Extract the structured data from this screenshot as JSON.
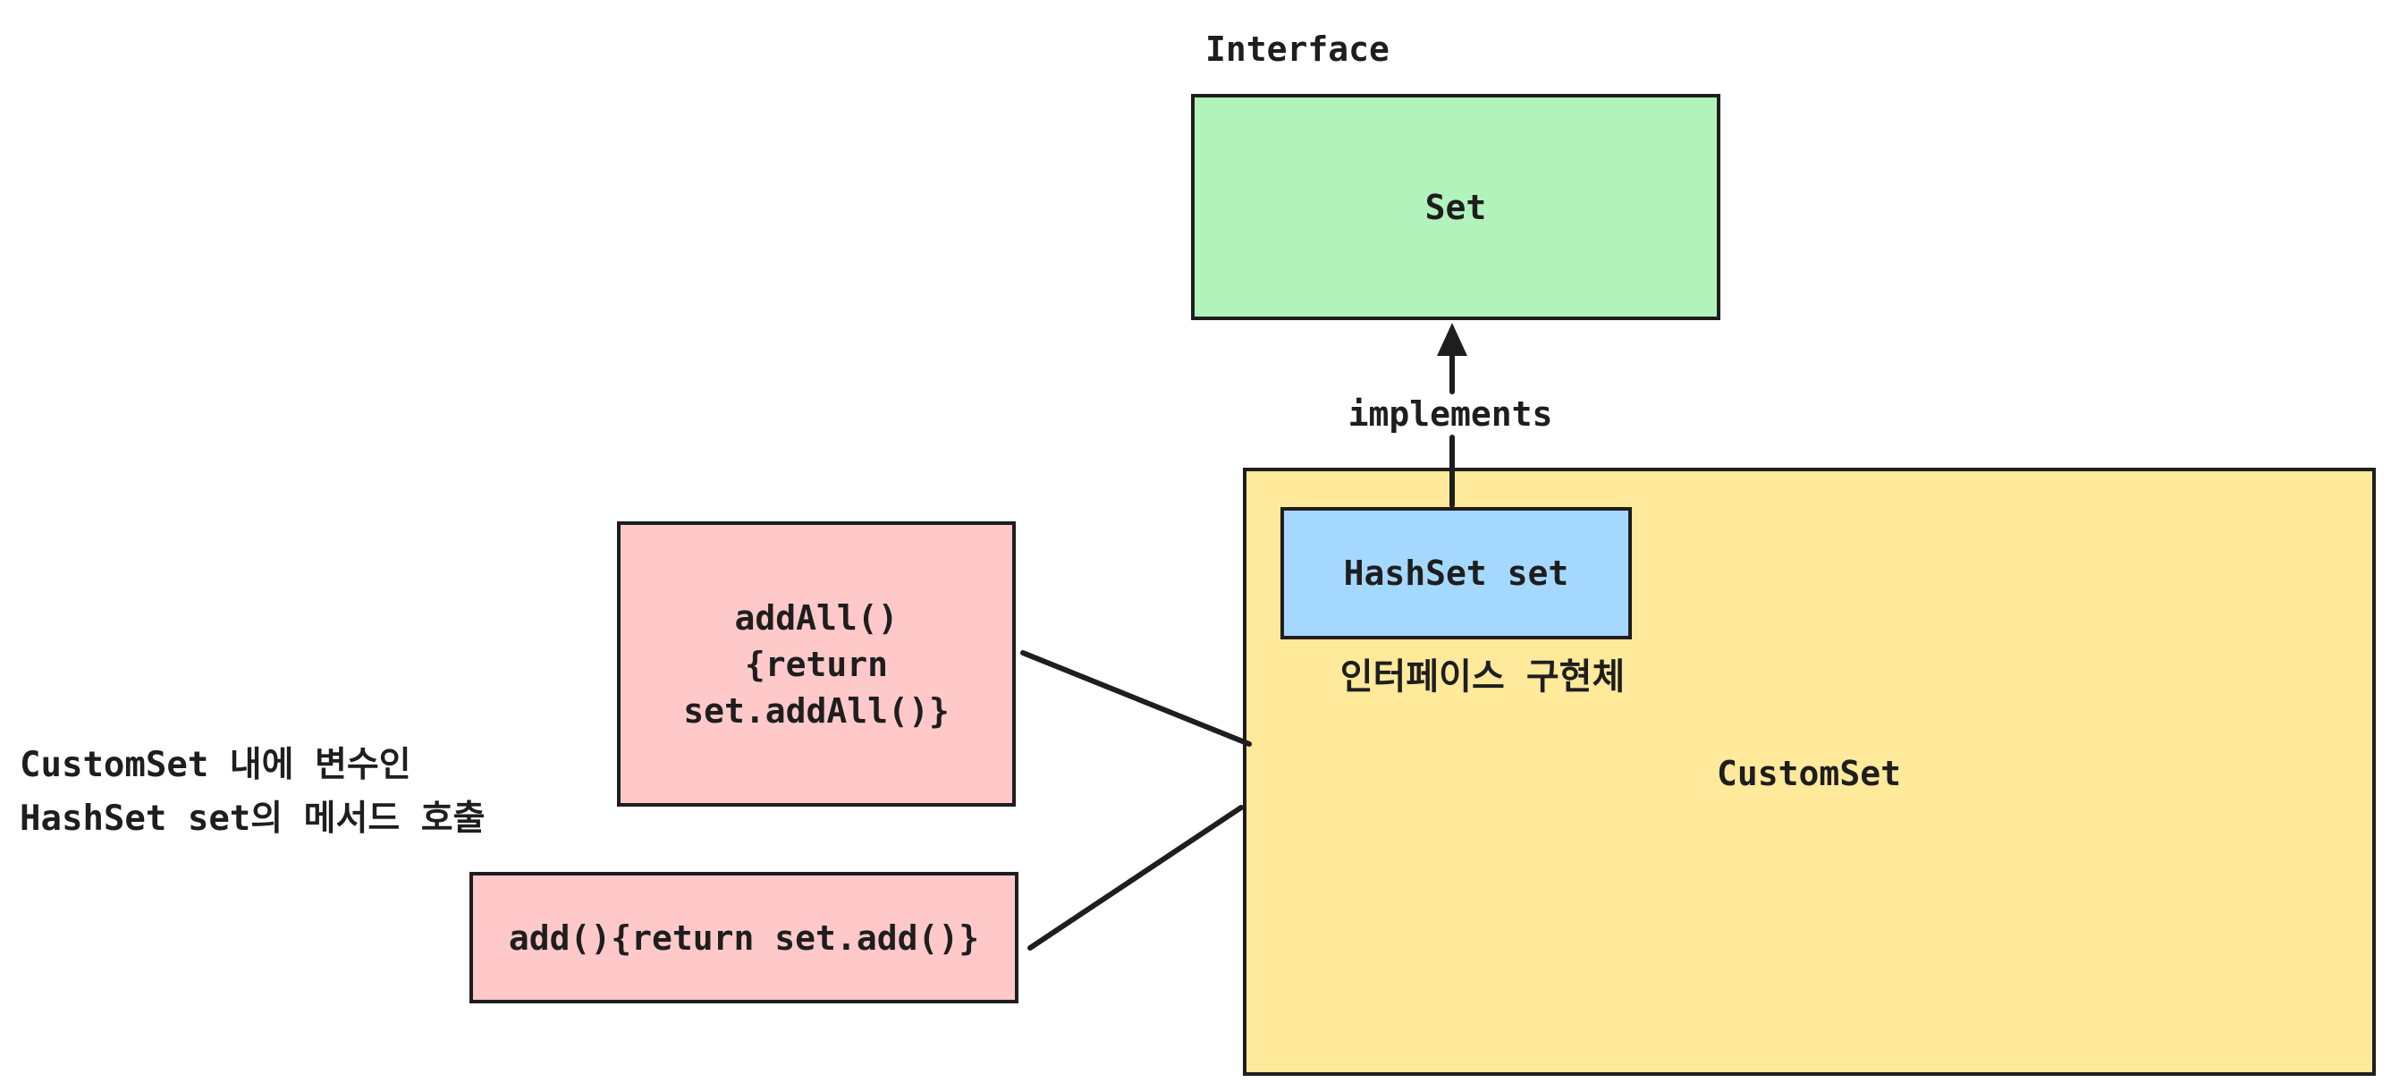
{
  "diagram": {
    "interface_label": "Interface",
    "implements_label": "implements",
    "set_box": {
      "label": "Set",
      "fill": "#b2f2bb"
    },
    "custom_set_box": {
      "label": "CustomSet",
      "fill": "#ffe99b"
    },
    "hashset_box": {
      "label": "HashSet set",
      "fill": "#a5d8ff"
    },
    "hashset_caption": "인터페이스 구현체",
    "addall_box": {
      "label": "addAll()\n{return\nset.addAll()}",
      "fill": "#ffc9c9"
    },
    "add_box": {
      "label": "add(){return set.add()}",
      "fill": "#ffc9c9"
    },
    "side_note": "CustomSet 내에 변수인\nHashSet set의 메서드 호출",
    "colors": {
      "border": "#1e1e1e",
      "text": "#1e1e1e",
      "line": "#1e1e1e"
    }
  }
}
